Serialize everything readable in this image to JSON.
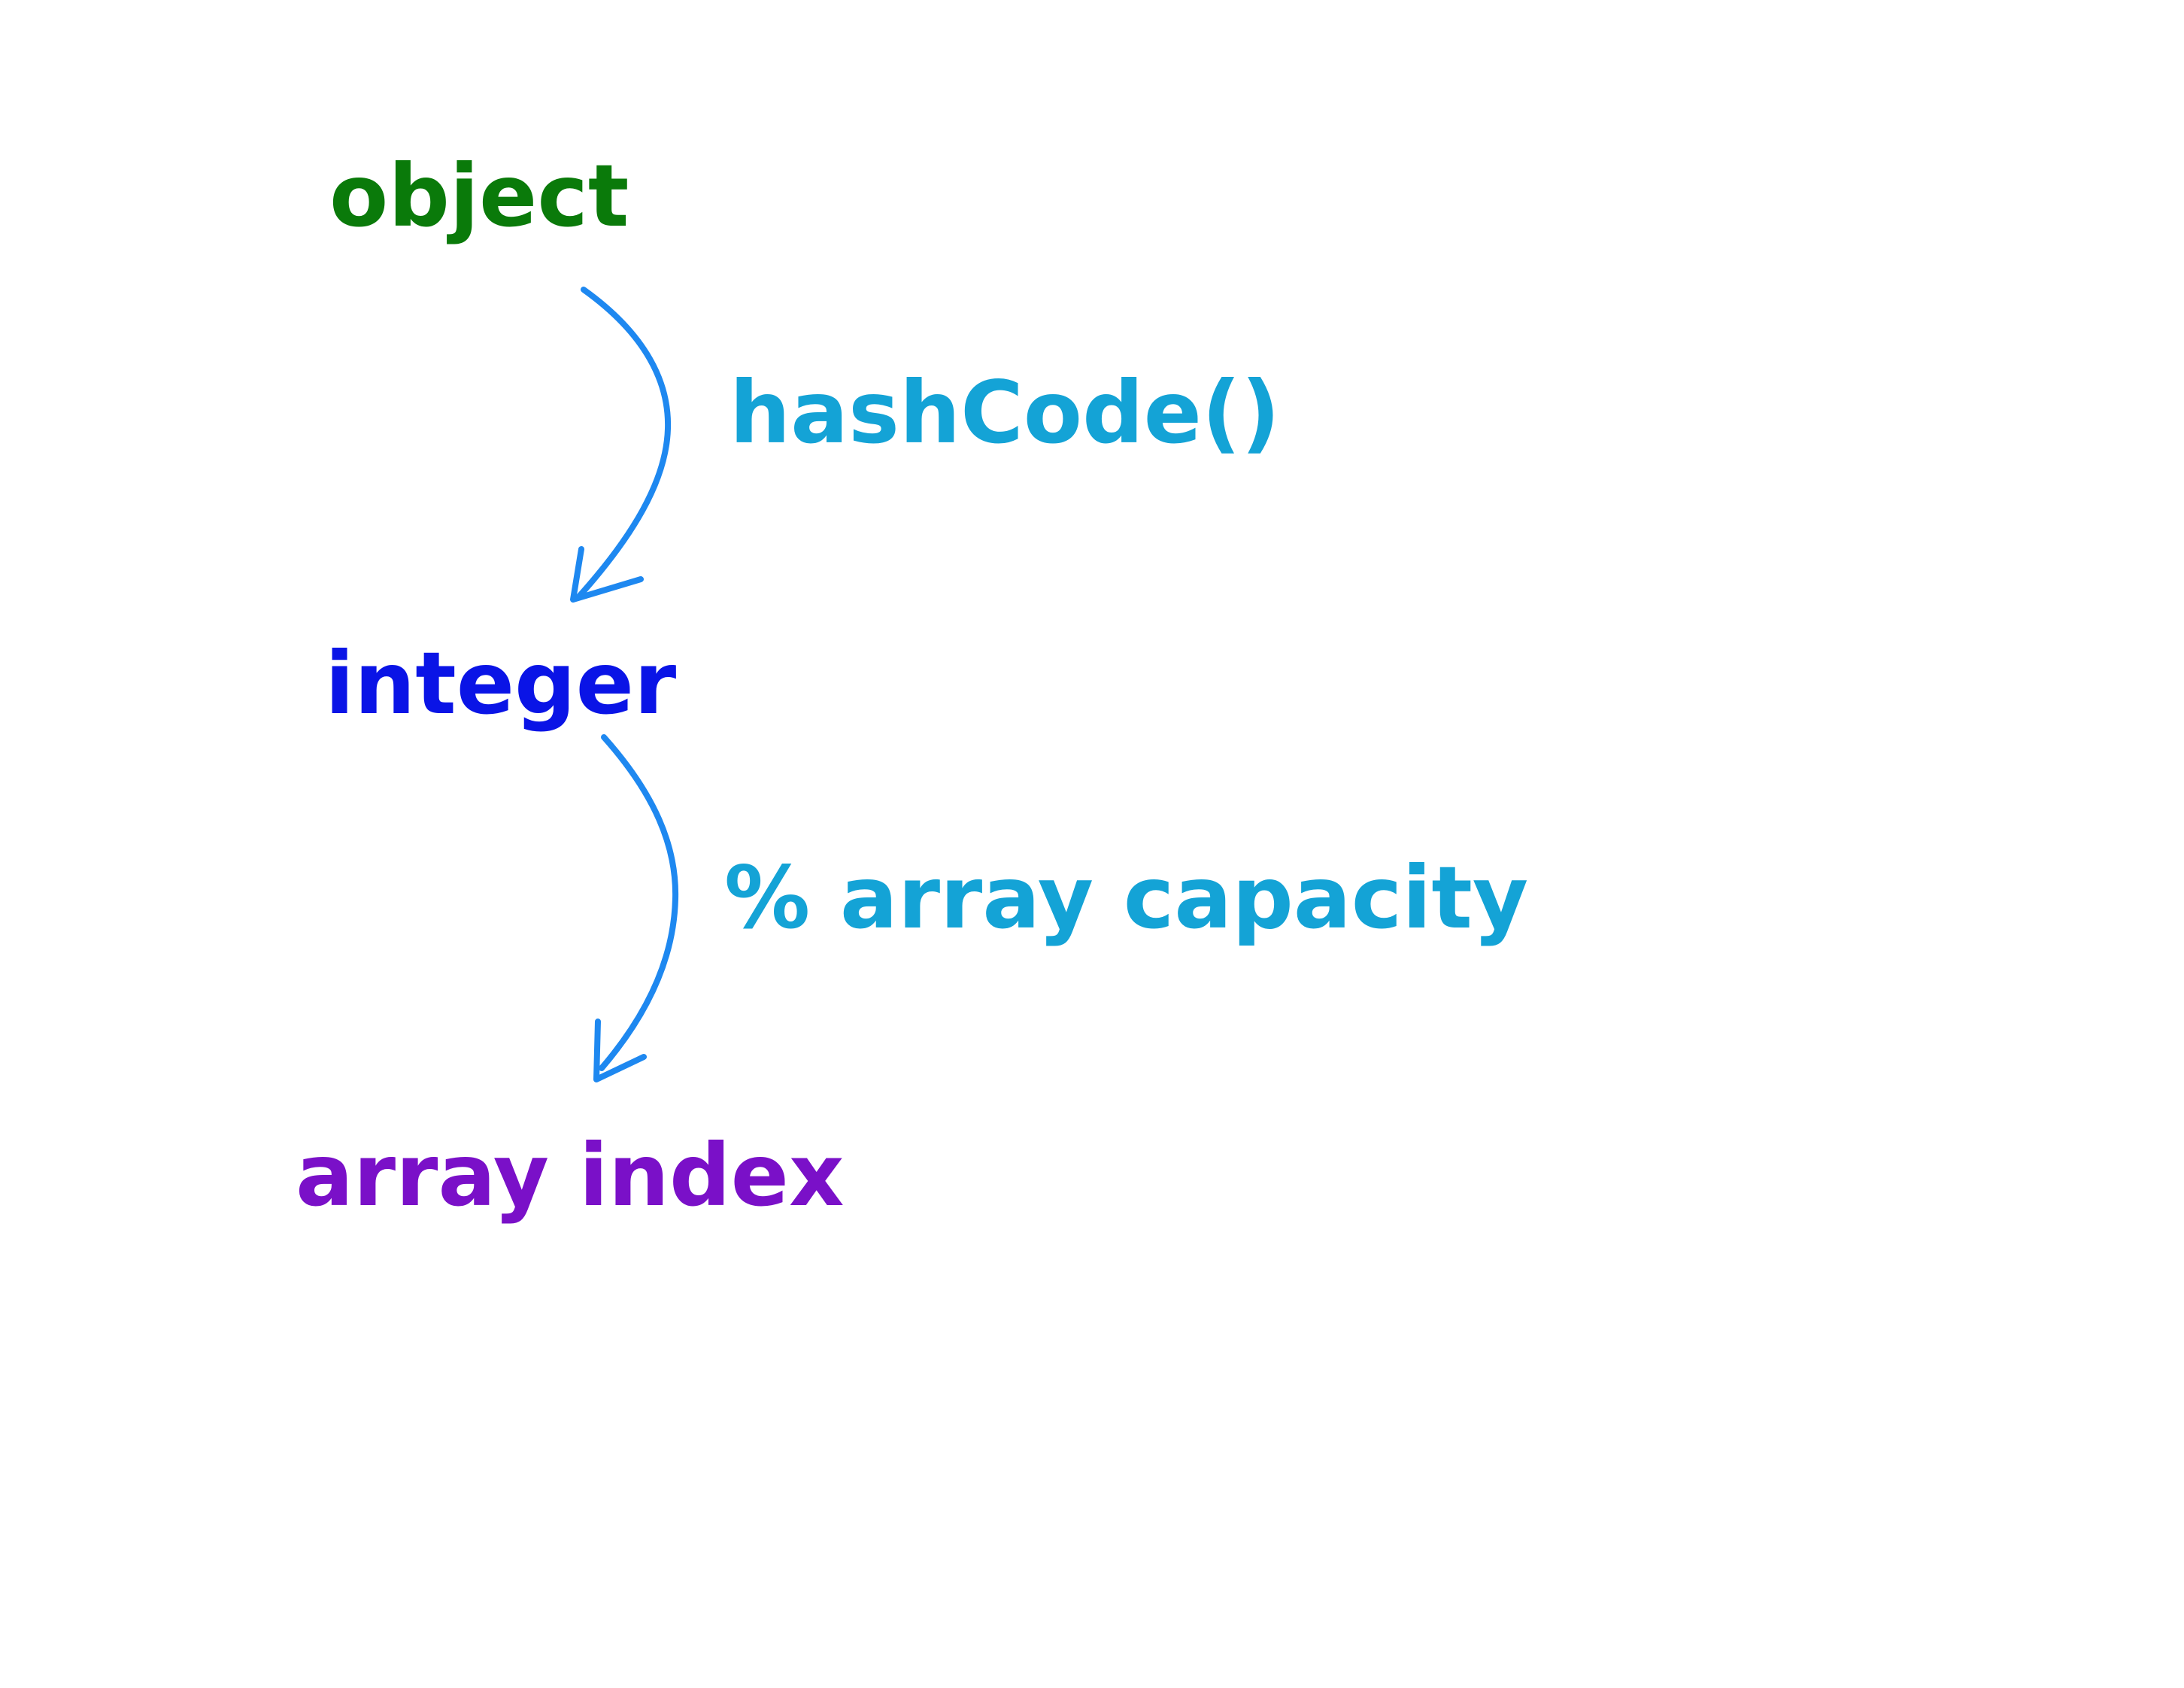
{
  "nodes": {
    "object": {
      "text": "object",
      "color": "#0a7a0a"
    },
    "integer": {
      "text": "integer",
      "color": "#0a14e6"
    },
    "array_index": {
      "text": "array index",
      "color": "#7a10c8"
    }
  },
  "edges": {
    "hashcode": {
      "text": "hashCode()",
      "color": "#14a3d6"
    },
    "modulo": {
      "text": "% array capacity",
      "color": "#14a3d6"
    }
  },
  "colors": {
    "arrow": "#1e88f0",
    "background": "#ffffff"
  }
}
